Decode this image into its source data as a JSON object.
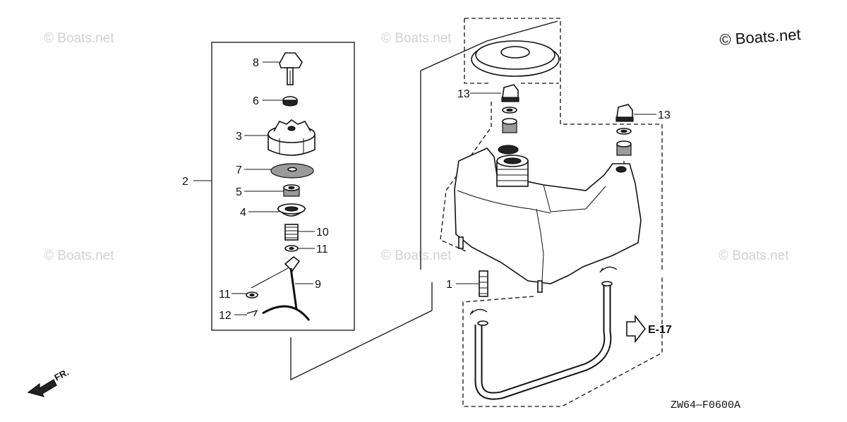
{
  "diagram": {
    "copyright": "© Boats.net",
    "watermark": "© Boats.net",
    "drawing_code": "ZW64—F0600A",
    "reference": "E-17",
    "direction": "FR.",
    "callouts": {
      "c1": "1",
      "c2": "2",
      "c3": "3",
      "c4": "4",
      "c5": "5",
      "c6": "6",
      "c7": "7",
      "c8": "8",
      "c9": "9",
      "c10": "10",
      "c11a": "11",
      "c11b": "11",
      "c12": "12",
      "c13a": "13",
      "c13b": "13"
    }
  }
}
